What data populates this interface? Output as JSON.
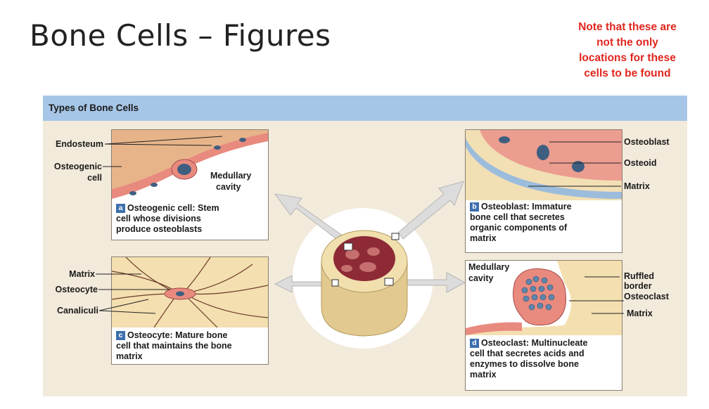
{
  "slide": {
    "title": "Bone Cells – Figures",
    "note_lines": [
      "Note that these are",
      "not the only",
      "locations for these",
      "cells to be found"
    ]
  },
  "figure": {
    "header": "Types of Bone Cells",
    "panel_a": {
      "letter": "a",
      "term": "Osteogenic cell:",
      "description_lines": [
        "Stem",
        "cell whose divisions",
        "produce osteoblasts"
      ],
      "labels": {
        "endosteum": "Endosteum",
        "osteogenic_1": "Osteogenic",
        "osteogenic_2": "cell",
        "medullary_1": "Medullary",
        "medullary_2": "cavity"
      }
    },
    "panel_b": {
      "letter": "b",
      "term": "Osteoblast:",
      "description_lines": [
        "Immature",
        "bone cell that secretes",
        "organic components of",
        "matrix"
      ],
      "labels": {
        "osteoblast": "Osteoblast",
        "osteoid": "Osteoid",
        "matrix": "Matrix"
      }
    },
    "panel_c": {
      "letter": "c",
      "term": "Osteocyte:",
      "description_lines": [
        "Mature bone",
        "cell that maintains the bone",
        "matrix"
      ],
      "labels": {
        "matrix": "Matrix",
        "osteocyte": "Osteocyte",
        "canaliculi": "Canaliculi"
      }
    },
    "panel_d": {
      "letter": "d",
      "term": "Osteoclast:",
      "description_lines": [
        "Multinucleate",
        "cell that secretes acids and",
        "enzymes to dissolve bone",
        "matrix"
      ],
      "labels": {
        "medullary_1": "Medullary",
        "medullary_2": "cavity",
        "ruffled_1": "Ruffled",
        "ruffled_2": "border",
        "osteoclast": "Osteoclast",
        "matrix": "Matrix"
      }
    }
  }
}
